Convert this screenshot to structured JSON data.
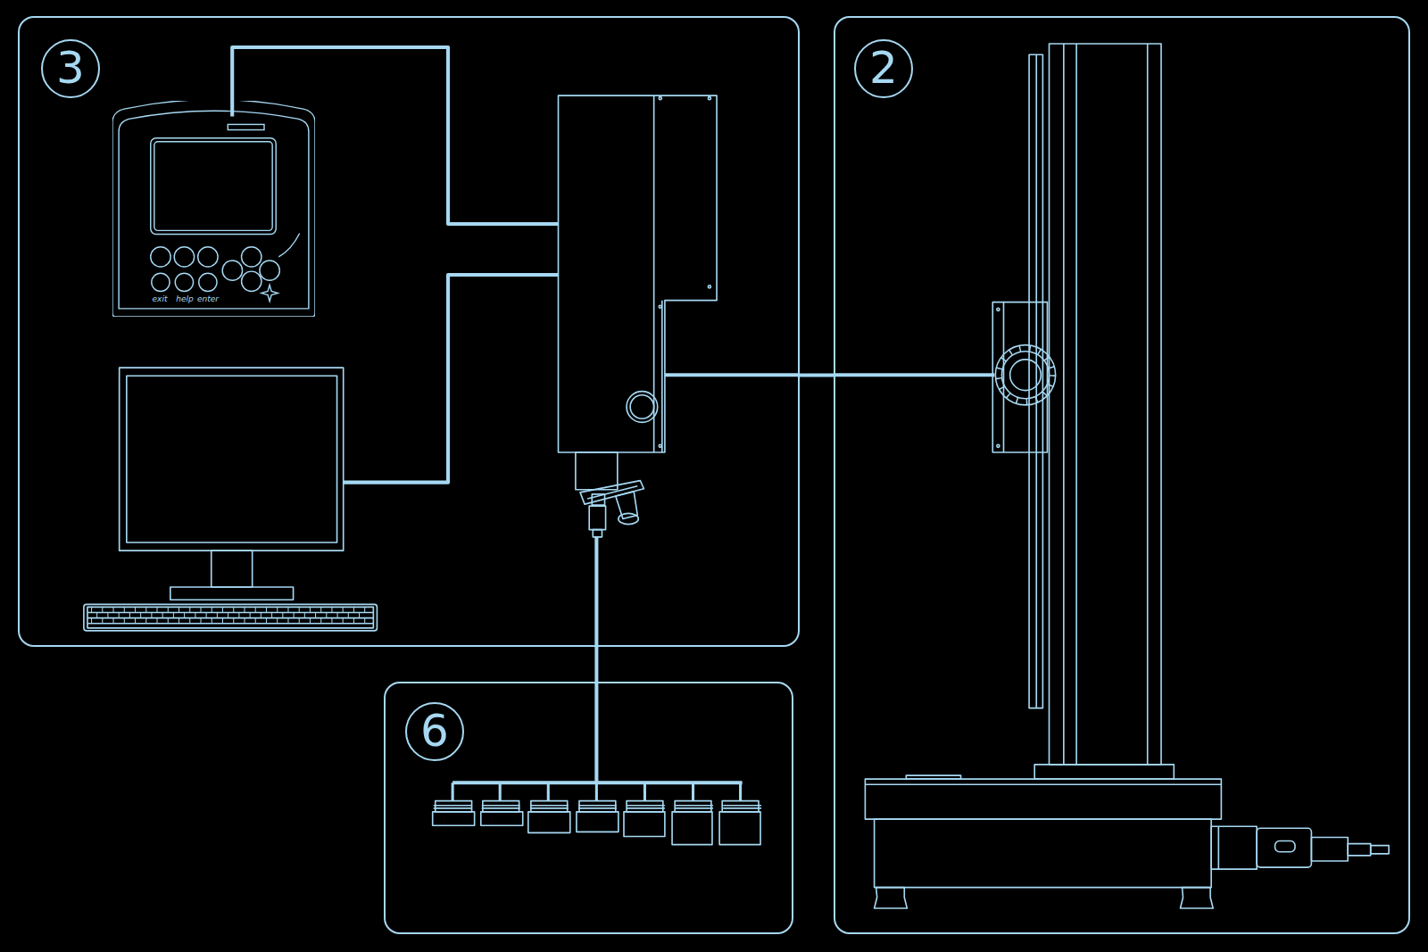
{
  "diagram": {
    "nodes": [
      {
        "text": [
          "3"
        ]
      },
      {
        "text": [
          "exit",
          "help",
          "enter"
        ],
        "in": 0
      },
      {
        "text": [
          "2"
        ]
      },
      {
        "text": [
          "6"
        ]
      }
    ],
    "edges": [
      {
        "from": 0,
        "to": 2,
        "arrow": "none"
      },
      {
        "from": 0,
        "to": 3,
        "arrow": "none"
      }
    ]
  }
}
